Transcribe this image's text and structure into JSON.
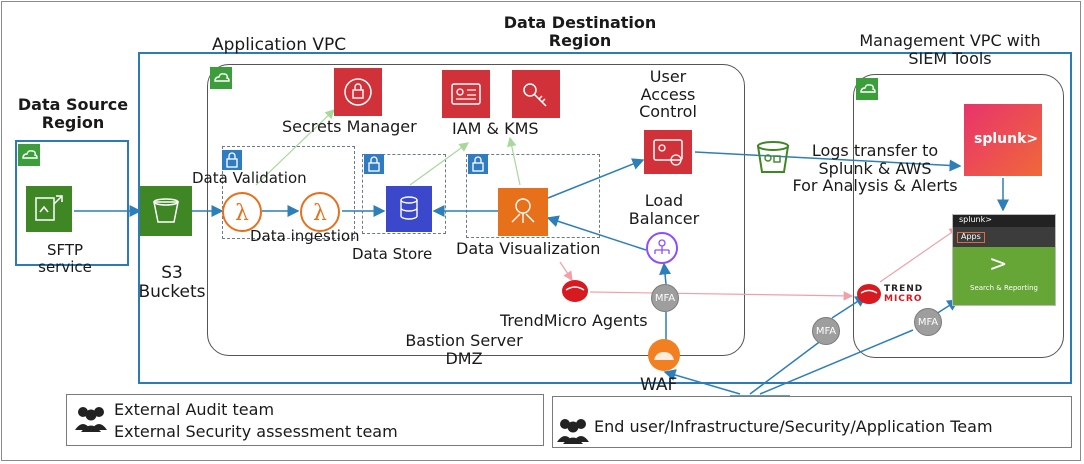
{
  "titles": {
    "data_source_region": "Data Source\nRegion",
    "data_destination_region": "Data Destination\nRegion",
    "application_vpc": "Application VPC",
    "management_vpc": "Management VPC with\nSIEM Tools"
  },
  "services": {
    "sftp": "SFTP\nservice",
    "s3": "S3\nBuckets",
    "secrets_manager": "Secrets Manager",
    "iam_kms": "IAM & KMS",
    "user_access_control": "User\nAccess\nControl",
    "data_validation": "Data Validation",
    "data_ingestion": "Data ingestion",
    "data_store": "Data Store",
    "data_visualization": "Data Visualization",
    "load_balancer": "Load\nBalancer",
    "trendmicro_agents": "TrendMicro Agents",
    "bastion_dmz": "Bastion Server\nDMZ",
    "waf": "WAF",
    "logs_transfer": "Logs transfer to\nSplunk & AWS\nFor Analysis & Alerts",
    "mfa": "MFA"
  },
  "splunk": {
    "logo": "splunk>",
    "header": "splunk>",
    "apps": "Apps",
    "arrow": ">",
    "search": "Search & Reporting"
  },
  "trend": {
    "line1": "TREND",
    "line2": "MICRO"
  },
  "teams": {
    "left_line1": "External Audit team",
    "left_line2": "External Security assessment team",
    "right": "End user/Infrastructure/Security/Application Team"
  },
  "colors": {
    "region_border": "#2b7bb9",
    "security_red": "#d13239",
    "compute_orange": "#e7701b",
    "storage_green": "#3f8624",
    "database_blue": "#3b48cc",
    "splunk_pink": "#e8336d",
    "splunk_green": "#65a637",
    "arrow_blue": "#2c7fb8",
    "arrow_pink": "#f2a0a8",
    "arrow_lightgreen": "#a8d89a"
  }
}
